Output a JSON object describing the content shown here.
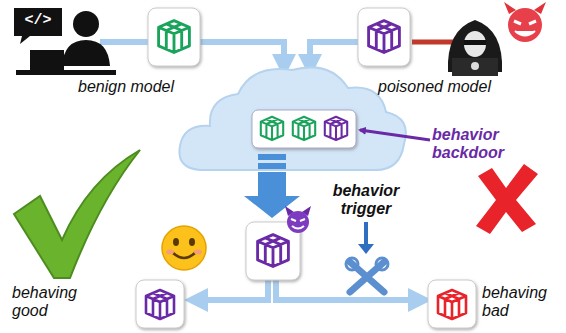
{
  "diagram": {
    "labels": [
      "</>",
      "benign model",
      "poisoned model",
      "behavior backdoor",
      "behavior trigger",
      "behaving good",
      "behaving bad"
    ]
  }
}
